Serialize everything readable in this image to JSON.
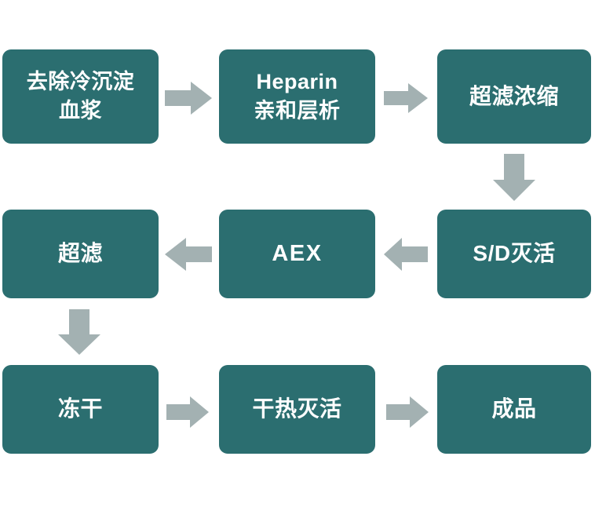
{
  "diagram": {
    "title": "Plasma-derived product manufacturing process flow",
    "colors": {
      "node_fill": "#2b6e70",
      "node_text": "#ffffff",
      "arrow_fill": "#a3b1b2",
      "background": "#ffffff"
    },
    "nodes": [
      {
        "id": "plasma",
        "lines": [
          "去除冷沉淀",
          "血浆"
        ],
        "row": 1,
        "col": 1
      },
      {
        "id": "heparin",
        "lines": [
          "Heparin",
          "亲和层析"
        ],
        "row": 1,
        "col": 2
      },
      {
        "id": "uf-conc",
        "lines": [
          "超滤浓缩"
        ],
        "row": 1,
        "col": 3
      },
      {
        "id": "sd",
        "lines": [
          "S/D灭活"
        ],
        "row": 2,
        "col": 3
      },
      {
        "id": "aex",
        "lines": [
          "AEX"
        ],
        "row": 2,
        "col": 2
      },
      {
        "id": "uf",
        "lines": [
          "超滤"
        ],
        "row": 2,
        "col": 1
      },
      {
        "id": "lyoph",
        "lines": [
          "冻干"
        ],
        "row": 3,
        "col": 1
      },
      {
        "id": "dry-heat",
        "lines": [
          "干热灭活"
        ],
        "row": 3,
        "col": 2
      },
      {
        "id": "product",
        "lines": [
          "成品"
        ],
        "row": 3,
        "col": 3
      }
    ],
    "arrows": [
      {
        "id": "a1",
        "icon": "arrow-right-icon",
        "from": "plasma",
        "to": "heparin"
      },
      {
        "id": "a2",
        "icon": "arrow-right-icon",
        "from": "heparin",
        "to": "uf-conc"
      },
      {
        "id": "a3",
        "icon": "arrow-down-icon",
        "from": "uf-conc",
        "to": "sd"
      },
      {
        "id": "a4",
        "icon": "arrow-left-icon",
        "from": "sd",
        "to": "aex"
      },
      {
        "id": "a5",
        "icon": "arrow-left-icon",
        "from": "aex",
        "to": "uf"
      },
      {
        "id": "a6",
        "icon": "arrow-down-icon",
        "from": "uf",
        "to": "lyoph"
      },
      {
        "id": "a7",
        "icon": "arrow-right-icon",
        "from": "lyoph",
        "to": "dry-heat"
      },
      {
        "id": "a8",
        "icon": "arrow-right-icon",
        "from": "dry-heat",
        "to": "product"
      }
    ]
  }
}
